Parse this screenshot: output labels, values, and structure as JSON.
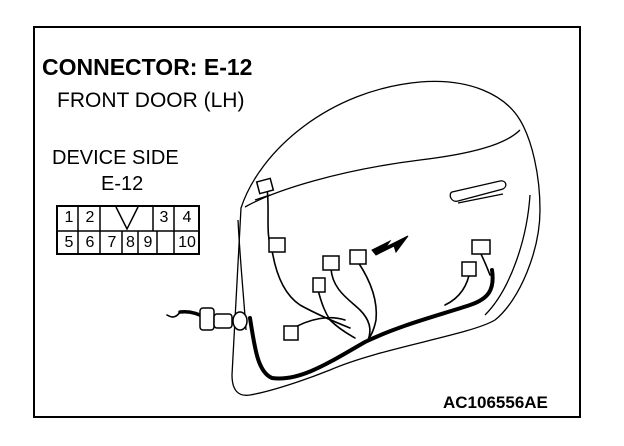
{
  "diagram": {
    "title": "CONNECTOR: E-12",
    "subtitle": "FRONT DOOR (LH)",
    "side_label": "DEVICE SIDE",
    "connector_id": "E-12",
    "figure_code": "AC106556AE"
  },
  "connector": {
    "top_row": [
      "1",
      "2",
      "3",
      "4"
    ],
    "bottom_row": [
      "5",
      "6",
      "7",
      "8",
      "9",
      "10"
    ]
  }
}
